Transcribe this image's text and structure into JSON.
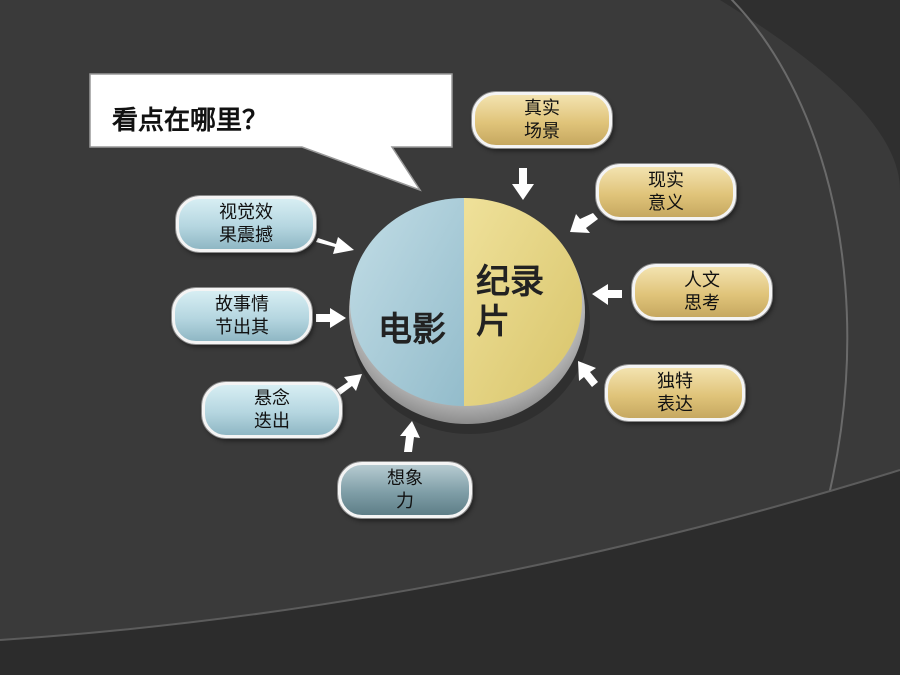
{
  "callout": {
    "text": "看点在哪里？"
  },
  "center": {
    "left_label": "电影",
    "right_label_line1": "纪录",
    "right_label_line2": "片"
  },
  "film_nodes": [
    {
      "line1": "视觉效",
      "line2": "果震撼"
    },
    {
      "line1": "故事情",
      "line2": "节出其"
    },
    {
      "line1": "悬念",
      "line2": "迭出"
    },
    {
      "line1": "想象",
      "line2": "力"
    }
  ],
  "documentary_nodes": [
    {
      "line1": "真实",
      "line2": "场景"
    },
    {
      "line1": "现实",
      "line2": "意义"
    },
    {
      "line1": "人文",
      "line2": "思考"
    },
    {
      "line1": "独特",
      "line2": "表达"
    }
  ],
  "colors": {
    "background": "#3a3a3a",
    "film_half": "#a7cbd7",
    "documentary_half": "#e2d27e"
  }
}
